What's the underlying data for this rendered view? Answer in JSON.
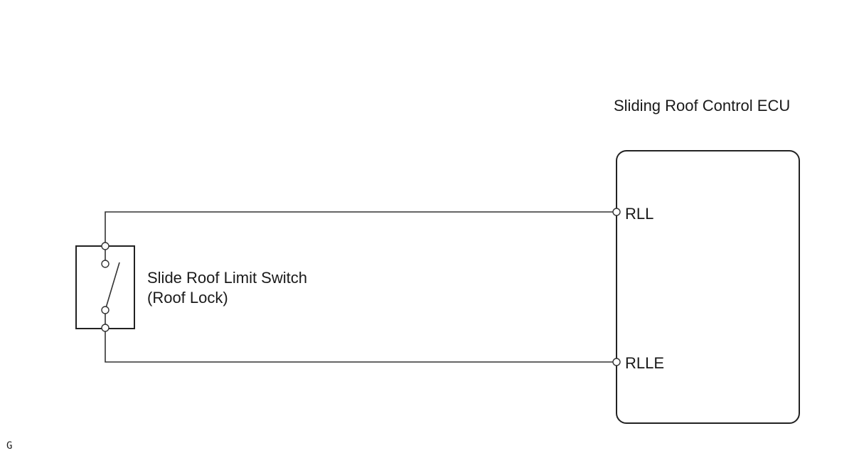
{
  "ecu": {
    "title": "Sliding Roof Control ECU",
    "pins": {
      "rll": "RLL",
      "rlle": "RLLE"
    }
  },
  "switch": {
    "name_line1": "Slide Roof Limit Switch",
    "name_line2": "(Roof Lock)"
  },
  "corner_mark": "G",
  "colors": {
    "line": "#333333",
    "text": "#1a1a1a",
    "background": "#ffffff"
  }
}
